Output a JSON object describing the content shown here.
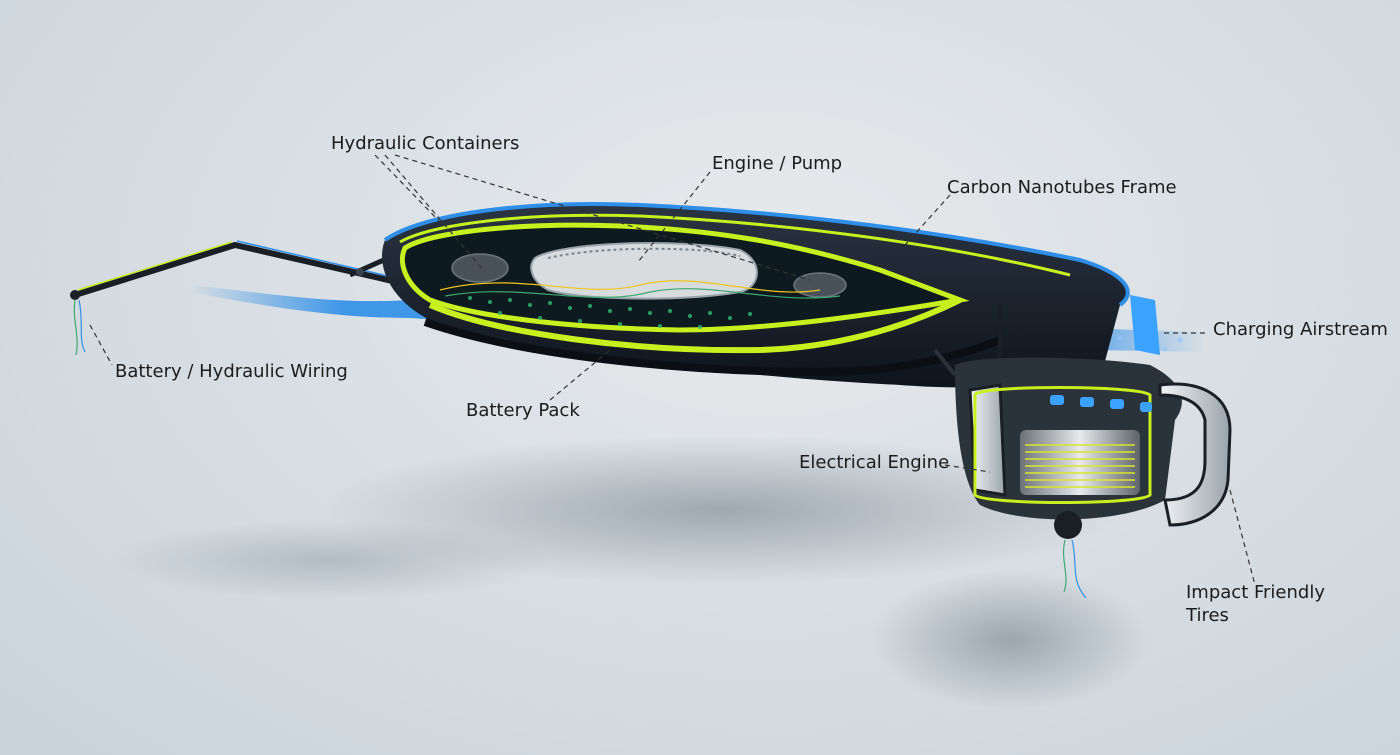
{
  "labels": {
    "hydraulic_containers": "Hydraulic Containers",
    "engine_pump": "Engine / Pump",
    "carbon_frame": "Carbon Nanotubes Frame",
    "charging_airstream": "Charging Airstream",
    "battery_wiring": "Battery / Hydraulic Wiring",
    "battery_pack": "Battery Pack",
    "electrical_engine": "Electrical Engine",
    "impact_tires_line1": "Impact Friendly",
    "impact_tires_line2": "Tires"
  },
  "colors": {
    "background": "#d9dfe4",
    "frame_green": "#c6f01e",
    "airstream_blue": "#2f8fe8",
    "body_dark": "#1b2430",
    "leader_line": "#333333"
  }
}
